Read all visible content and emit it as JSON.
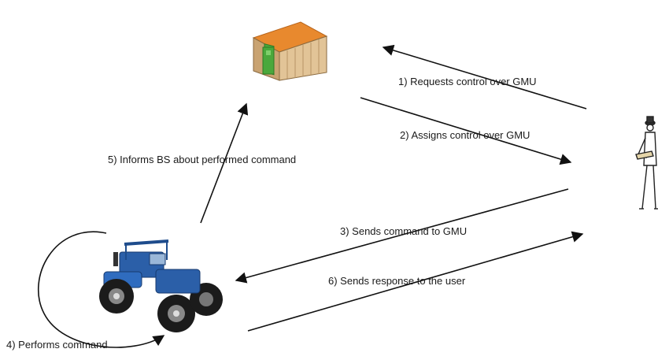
{
  "steps": {
    "s1": "1) Requests control over GMU",
    "s2": "2) Assigns control over GMU",
    "s3": "3) Sends command to  GMU",
    "s4": "4) Performs command",
    "s5": "5) Informs BS about performed command",
    "s6": "6) Sends response to the user"
  },
  "icons": {
    "base_station": "shed-icon",
    "user": "farmer-icon",
    "vehicle": "tractor-icon"
  },
  "colors": {
    "arrow": "#111111",
    "shed_roof": "#e8892e",
    "shed_wall": "#d9b98a",
    "shed_door": "#4aa83c",
    "tractor_body": "#2b5fa8",
    "tractor_tire": "#1b1b1b"
  }
}
